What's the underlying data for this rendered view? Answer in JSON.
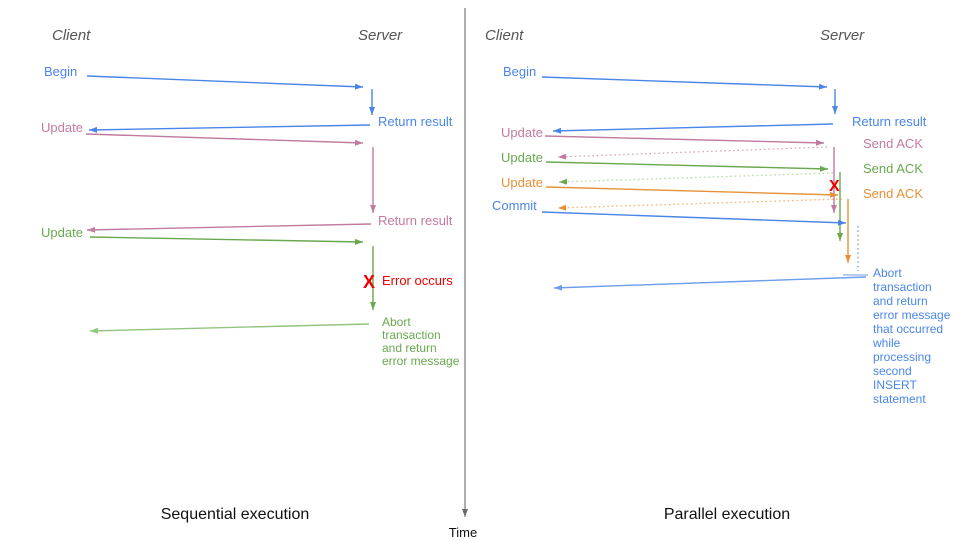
{
  "colors": {
    "blue": "#4a86e8",
    "blue_light": "#6d9eeb",
    "pink": "#c27ba0",
    "pink_light": "#d5a6bd",
    "green": "#6aa84f",
    "green_light": "#93c47d",
    "green_dotted": "#b6d7a8",
    "orange": "#e69138",
    "orange_light": "#f6b26b",
    "red": "#ee0000",
    "axis": "#6b6b6b",
    "heading": "#555555",
    "caption": "#111111"
  },
  "left": {
    "client_label": "Client",
    "server_label": "Server",
    "messages": {
      "begin": "Begin",
      "return_result_1": "Return result",
      "update_1": "Update",
      "return_result_2": "Return result",
      "update_2": "Update",
      "error_marker": "X",
      "error_label": "Error occurs",
      "abort_lines": [
        "Abort",
        "transaction",
        "and return",
        "error message"
      ]
    },
    "caption": "Sequential execution"
  },
  "right": {
    "client_label": "Client",
    "server_label": "Server",
    "messages": {
      "begin": "Begin",
      "return_result": "Return result",
      "update_1": "Update",
      "send_ack_1": "Send ACK",
      "update_2": "Update",
      "send_ack_2": "Send ACK",
      "update_3": "Update",
      "send_ack_3": "Send ACK",
      "commit": "Commit",
      "error_marker": "X",
      "abort_lines": [
        "Abort",
        "transaction",
        "and return",
        "error message",
        "that occurred",
        "while",
        "processing",
        "second",
        "INSERT",
        "statement"
      ]
    },
    "caption": "Parallel execution"
  },
  "time_axis": {
    "label": "Time"
  }
}
